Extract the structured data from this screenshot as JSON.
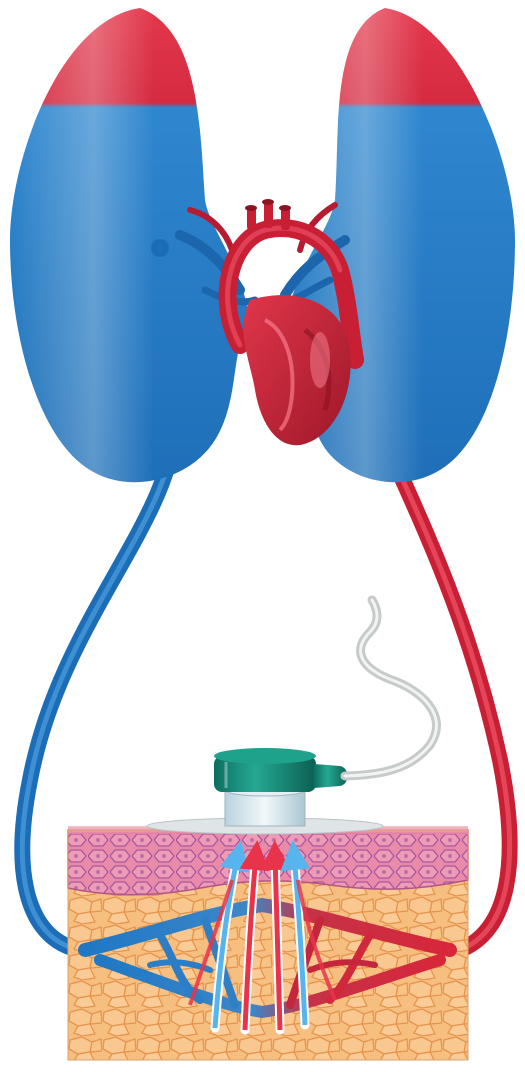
{
  "figure": {
    "kind": "anatomical illustration",
    "text_labels": [],
    "colors": {
      "oxygenated": "#d8263a",
      "deoxygenated": "#1f7fc8",
      "lung_red": "#dc2f43",
      "lung_blue": "#2d86cf",
      "skin_pink": "#e98aa8",
      "cell_outline_purple": "#9a4aa0",
      "fat_orange": "#f6be7f",
      "fat_outline": "#e6944c",
      "sensor_teal": "#138a78",
      "sensor_glass": "#cfe3ea",
      "cable_grey": "#cfd4d2"
    },
    "parts": [
      "left-lung",
      "right-lung",
      "heart",
      "aortic-arch",
      "pulmonary-vessels",
      "venous-return-tube",
      "arterial-supply-tube",
      "skin-tissue-block",
      "capillary-network",
      "diffusion-arrows",
      "transcutaneous-sensor",
      "sensor-cable"
    ]
  }
}
